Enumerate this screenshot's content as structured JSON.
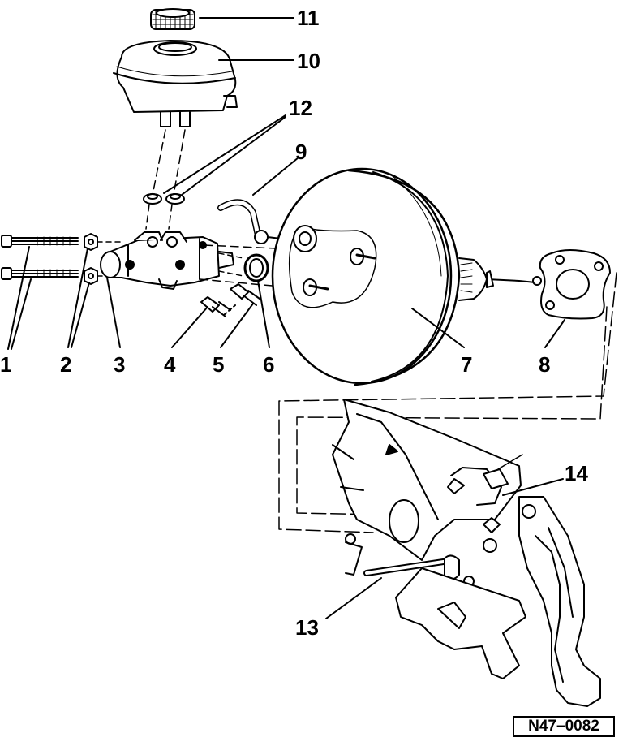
{
  "callouts": {
    "c1": "1",
    "c2": "2",
    "c3": "3",
    "c4": "4",
    "c5": "5",
    "c6": "6",
    "c7": "7",
    "c8": "8",
    "c9": "9",
    "c10": "10",
    "c11": "11",
    "c12": "12",
    "c13": "13",
    "c14": "14"
  },
  "reference_code": "N47–0082"
}
